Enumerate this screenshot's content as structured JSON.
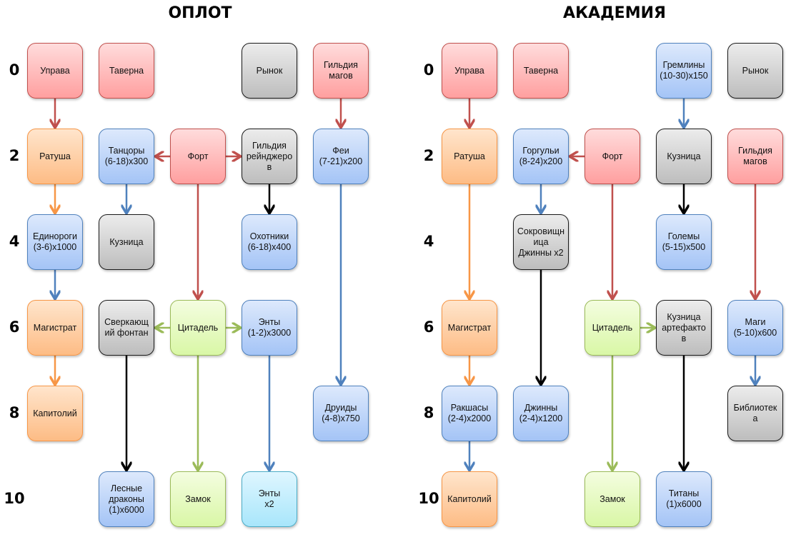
{
  "colors": {
    "red": "#c0504d",
    "orange": "#f79646",
    "blue": "#4f81bd",
    "black": "#000000",
    "green": "#9bbb59"
  },
  "levels": [
    "0",
    "2",
    "4",
    "6",
    "8",
    "10"
  ],
  "panels": [
    {
      "title": "ОПЛОТ",
      "nodes": [
        {
          "id": "upr",
          "label": "Управа",
          "color": "red",
          "col": 0,
          "row": 0
        },
        {
          "id": "tav",
          "label": "Таверна",
          "color": "red",
          "col": 1,
          "row": 0
        },
        {
          "id": "ryn",
          "label": "Рынок",
          "color": "gray",
          "col": 3,
          "row": 0
        },
        {
          "id": "gm",
          "label": "Гильдия\nмагов",
          "color": "red",
          "col": 4,
          "row": 0
        },
        {
          "id": "rat",
          "label": "Ратуша",
          "color": "orange",
          "col": 0,
          "row": 1
        },
        {
          "id": "tan",
          "label": "Танцоры\n(6-18)x300",
          "color": "blue",
          "col": 1,
          "row": 1
        },
        {
          "id": "fort",
          "label": "Форт",
          "color": "red",
          "col": 2,
          "row": 1
        },
        {
          "id": "gr",
          "label": "Гильдия\nрейнджеро\nв",
          "color": "gray",
          "col": 3,
          "row": 1
        },
        {
          "id": "fei",
          "label": "Феи\n(7-21)x200",
          "color": "blue",
          "col": 4,
          "row": 1
        },
        {
          "id": "edi",
          "label": "Единороги\n(3-6)x1000",
          "color": "blue",
          "col": 0,
          "row": 2
        },
        {
          "id": "kuz",
          "label": "Кузница",
          "color": "gray",
          "col": 1,
          "row": 2
        },
        {
          "id": "oho",
          "label": "Охотники\n(6-18)x400",
          "color": "blue",
          "col": 3,
          "row": 2
        },
        {
          "id": "mag",
          "label": "Магистрат",
          "color": "orange",
          "col": 0,
          "row": 3
        },
        {
          "id": "sve",
          "label": "Сверкающ\nий фонтан",
          "color": "gray",
          "col": 1,
          "row": 3
        },
        {
          "id": "cit",
          "label": "Цитадель",
          "color": "green",
          "col": 2,
          "row": 3
        },
        {
          "id": "ent",
          "label": "Энты\n(1-2)x3000",
          "color": "blue",
          "col": 3,
          "row": 3
        },
        {
          "id": "kap",
          "label": "Капитолий",
          "color": "orange",
          "col": 0,
          "row": 4
        },
        {
          "id": "dru",
          "label": "Друиды\n(4-8)x750",
          "color": "blue",
          "col": 4,
          "row": 4
        },
        {
          "id": "les",
          "label": "Лесные\nдраконы\n(1)x6000",
          "color": "blue",
          "col": 1,
          "row": 5
        },
        {
          "id": "zam",
          "label": "Замок",
          "color": "green",
          "col": 2,
          "row": 5
        },
        {
          "id": "ent2",
          "label": "Энты\nx2",
          "color": "cyan",
          "col": 3,
          "row": 5
        }
      ],
      "links": [
        {
          "from": "upr",
          "to": "rat",
          "color": "red"
        },
        {
          "from": "gm",
          "to": "fei",
          "color": "red"
        },
        {
          "from": "fort",
          "to": "tan",
          "color": "red"
        },
        {
          "from": "fort",
          "to": "gr",
          "color": "red"
        },
        {
          "from": "rat",
          "to": "edi",
          "color": "orange"
        },
        {
          "from": "tan",
          "to": "kuz",
          "color": "blue"
        },
        {
          "from": "fort",
          "to": "cit",
          "color": "red"
        },
        {
          "from": "gr",
          "to": "oho",
          "color": "black"
        },
        {
          "from": "fei",
          "to": "dru",
          "color": "blue"
        },
        {
          "from": "edi",
          "to": "mag",
          "color": "blue"
        },
        {
          "from": "cit",
          "to": "sve",
          "color": "green"
        },
        {
          "from": "cit",
          "to": "ent",
          "color": "green"
        },
        {
          "from": "mag",
          "to": "kap",
          "color": "orange"
        },
        {
          "from": "sve",
          "to": "les",
          "color": "black"
        },
        {
          "from": "cit",
          "to": "zam",
          "color": "green"
        },
        {
          "from": "ent",
          "to": "ent2",
          "color": "blue"
        }
      ]
    },
    {
      "title": "АКАДЕМИЯ",
      "nodes": [
        {
          "id": "upr",
          "label": "Управа",
          "color": "red",
          "col": 0,
          "row": 0
        },
        {
          "id": "tav",
          "label": "Таверна",
          "color": "red",
          "col": 1,
          "row": 0
        },
        {
          "id": "gre",
          "label": "Гремлины\n(10-30)x150",
          "color": "blue",
          "col": 3,
          "row": 0
        },
        {
          "id": "ryn",
          "label": "Рынок",
          "color": "gray",
          "col": 4,
          "row": 0
        },
        {
          "id": "rat",
          "label": "Ратуша",
          "color": "orange",
          "col": 0,
          "row": 1
        },
        {
          "id": "gor",
          "label": "Горгульи\n(8-24)x200",
          "color": "blue",
          "col": 1,
          "row": 1
        },
        {
          "id": "fort",
          "label": "Форт",
          "color": "red",
          "col": 2,
          "row": 1
        },
        {
          "id": "kuz",
          "label": "Кузница",
          "color": "gray",
          "col": 3,
          "row": 1
        },
        {
          "id": "gm",
          "label": "Гильдия\nмагов",
          "color": "red",
          "col": 4,
          "row": 1
        },
        {
          "id": "sok",
          "label": "Сокровищн\nица\nДжинны x2",
          "color": "gray",
          "col": 1,
          "row": 2
        },
        {
          "id": "gol",
          "label": "Големы\n(5-15)x500",
          "color": "blue",
          "col": 3,
          "row": 2
        },
        {
          "id": "mag",
          "label": "Магистрат",
          "color": "orange",
          "col": 0,
          "row": 3
        },
        {
          "id": "cit",
          "label": "Цитадель",
          "color": "green",
          "col": 2,
          "row": 3
        },
        {
          "id": "kua",
          "label": "Кузница\nартефакто\nв",
          "color": "gray",
          "col": 3,
          "row": 3
        },
        {
          "id": "magi",
          "label": "Маги\n(5-10)x600",
          "color": "blue",
          "col": 4,
          "row": 3
        },
        {
          "id": "rak",
          "label": "Ракшасы\n(2-4)x2000",
          "color": "blue",
          "col": 0,
          "row": 4
        },
        {
          "id": "dzh",
          "label": "Джинны\n(2-4)x1200",
          "color": "blue",
          "col": 1,
          "row": 4
        },
        {
          "id": "bib",
          "label": "Библиотек\nа",
          "color": "gray",
          "col": 4,
          "row": 4
        },
        {
          "id": "kap",
          "label": "Капитолий",
          "color": "orange",
          "col": 0,
          "row": 5
        },
        {
          "id": "zam",
          "label": "Замок",
          "color": "green",
          "col": 2,
          "row": 5
        },
        {
          "id": "tit",
          "label": "Титаны\n(1)x6000",
          "color": "blue",
          "col": 3,
          "row": 5
        }
      ],
      "links": [
        {
          "from": "upr",
          "to": "rat",
          "color": "red"
        },
        {
          "from": "gre",
          "to": "kuz",
          "color": "blue"
        },
        {
          "from": "fort",
          "to": "gor",
          "color": "red"
        },
        {
          "from": "rat",
          "to": "mag",
          "color": "orange"
        },
        {
          "from": "gor",
          "to": "sok",
          "color": "blue"
        },
        {
          "from": "fort",
          "to": "cit",
          "color": "red"
        },
        {
          "from": "kuz",
          "to": "gol",
          "color": "black"
        },
        {
          "from": "gm",
          "to": "magi",
          "color": "red"
        },
        {
          "from": "cit",
          "to": "kua",
          "color": "green"
        },
        {
          "from": "mag",
          "to": "rak",
          "color": "orange"
        },
        {
          "from": "sok",
          "to": "dzh",
          "color": "black"
        },
        {
          "from": "magi",
          "to": "bib",
          "color": "blue"
        },
        {
          "from": "rak",
          "to": "kap",
          "color": "blue"
        },
        {
          "from": "cit",
          "to": "zam",
          "color": "green"
        },
        {
          "from": "kua",
          "to": "tit",
          "color": "black"
        }
      ]
    }
  ]
}
